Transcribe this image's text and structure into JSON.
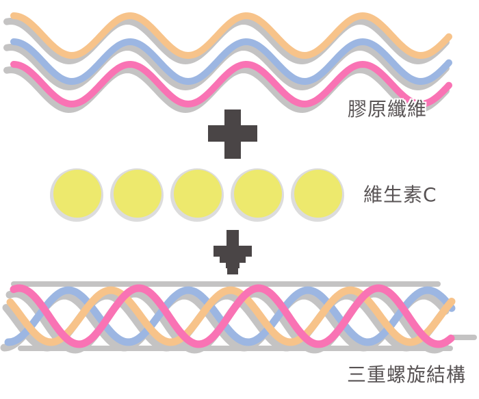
{
  "diagram": {
    "collagen_label": "膠原纖維",
    "vitamin_label": "維生素C",
    "helix_label": "三重螺旋結構",
    "vitamin_circle_count": 5
  },
  "colors": {
    "orange": "#F7C38A",
    "blue": "#9CB6E2",
    "pink": "#F973B4",
    "yellow": "#EDE96D",
    "wave_shadow": "#C4C3C3",
    "circle_shadow": "#DCDCDC",
    "operator_dark": "#4A4546",
    "label_text": "#585354",
    "background": "#FFFFFF"
  },
  "icons": {
    "plus": "plus-icon",
    "down_arrow": "down-arrow-icon"
  }
}
